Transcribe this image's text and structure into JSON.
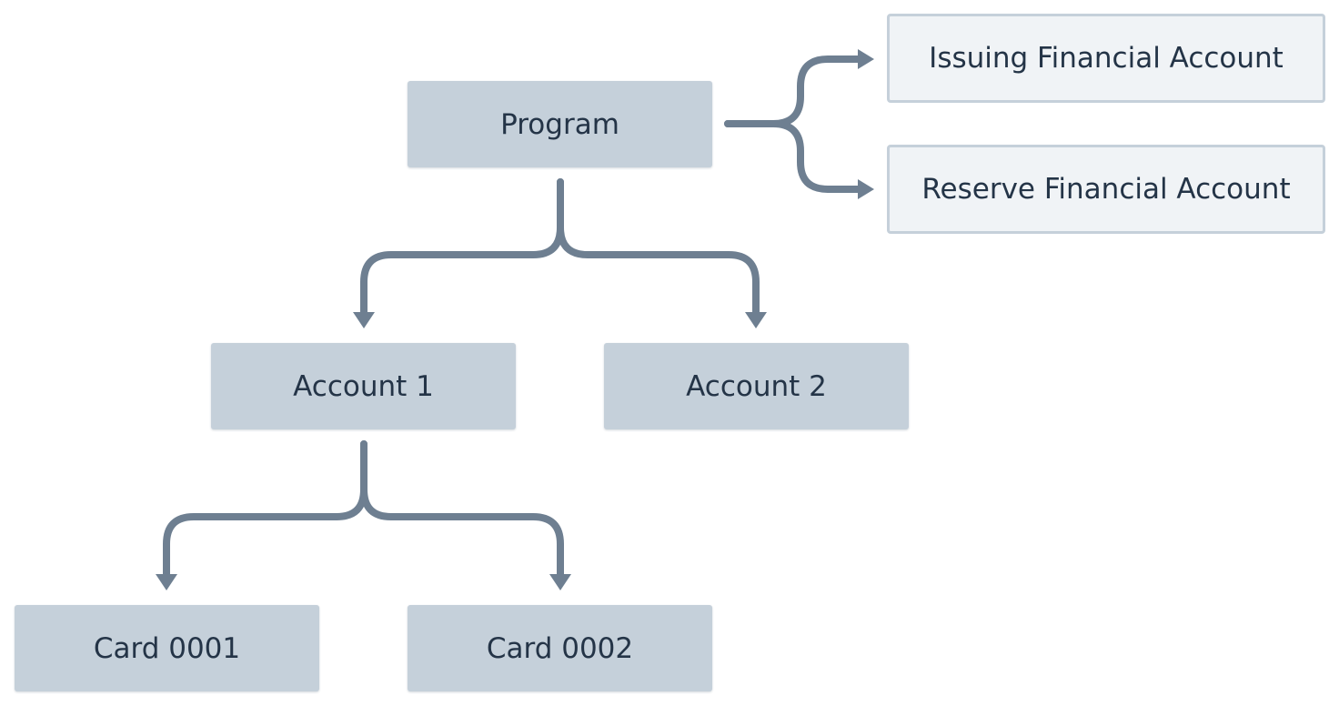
{
  "nodes": {
    "program": "Program",
    "issuing_financial_account": "Issuing Financial Account",
    "reserve_financial_account": "Reserve Financial Account",
    "account_1": "Account 1",
    "account_2": "Account 2",
    "card_0001": "Card 0001",
    "card_0002": "Card 0002"
  },
  "colors": {
    "node_fill": "#c5d0da",
    "node_text": "#243447",
    "light_node_fill": "#f0f3f6",
    "connector": "#6e7f91"
  }
}
